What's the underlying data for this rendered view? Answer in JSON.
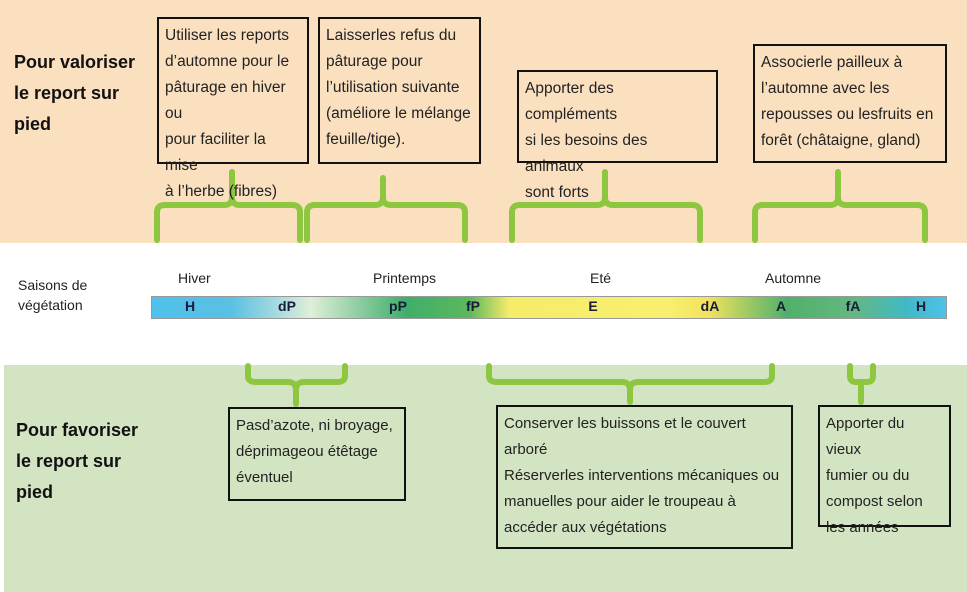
{
  "top_section": {
    "label_lines": [
      "Pour valoriser",
      "le report sur",
      "pied"
    ],
    "boxes": [
      {
        "lines": [
          "Utiliser les reports",
          "d’automne pour le",
          "pâturage en hiver ou",
          "pour faciliter la mise",
          "à l’herbe (fibres)"
        ]
      },
      {
        "lines": [
          "Laisserles refus du",
          "pâturage pour",
          "l’utilisation suivante",
          "(améliore le mélange",
          "feuille/tige)."
        ]
      },
      {
        "lines": [
          "Apporter des compléments",
          "si les besoins des animaux",
          "sont forts"
        ]
      },
      {
        "lines": [
          "Associerle pailleux à",
          "l’automne avec les",
          "repousses ou lesfruits en",
          "forêt (châtaigne, gland)"
        ]
      }
    ]
  },
  "middle": {
    "label_lines": [
      "Saisons de",
      "végétation"
    ],
    "seasons": [
      "Hiver",
      "Printemps",
      "Eté",
      "Automne"
    ],
    "bar_codes": [
      "H",
      "dP",
      "pP",
      "fP",
      "E",
      "dA",
      "A",
      "fA",
      "H"
    ]
  },
  "bottom_section": {
    "label_lines": [
      "Pour favoriser",
      "le report sur",
      "pied"
    ],
    "boxes": [
      {
        "lines": [
          "Pasd’azote, ni broyage,",
          "déprimageou étêtage",
          "éventuel"
        ]
      },
      {
        "lines": [
          "Conserver les buissons et le couvert",
          "arboré",
          "Réserverles interventions mécaniques ou",
          "manuelles pour aider le troupeau à",
          "accéder aux végétations"
        ]
      },
      {
        "lines": [
          "Apporter du vieux",
          "fumier ou du",
          "compost selon",
          "les années"
        ]
      }
    ]
  },
  "colors": {
    "peach": "#fbe0c0",
    "green_band": "#d3e4c3",
    "brace": "#8dc63f"
  }
}
